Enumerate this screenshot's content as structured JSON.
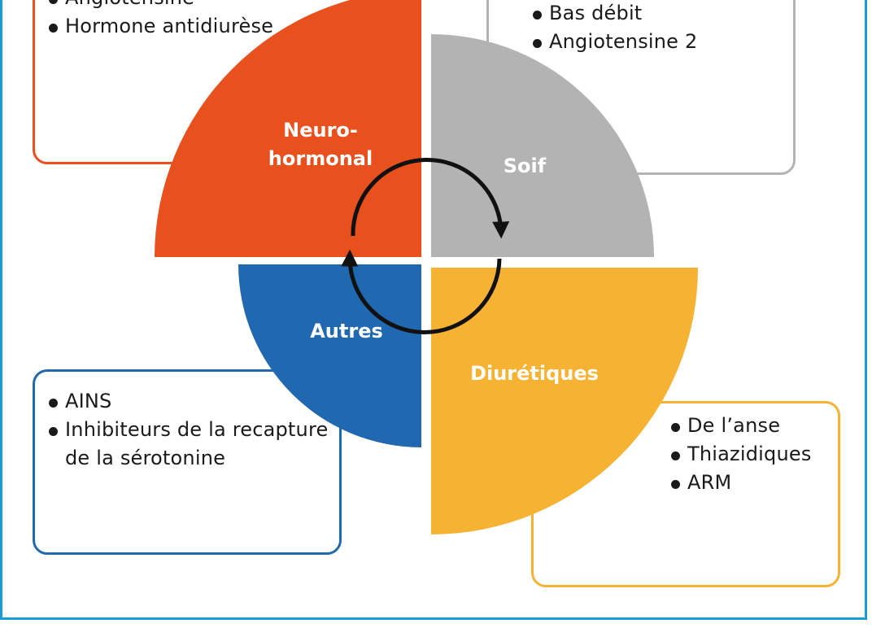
{
  "quadrants": {
    "neuro": {
      "label_line1": "Neuro-",
      "label_line2": "hormonal",
      "color": "#e8501e"
    },
    "soif": {
      "label": "Soif",
      "color": "#b3b3b3"
    },
    "autres": {
      "label": "Autres",
      "color": "#2068b0"
    },
    "diuretiques": {
      "label": "Diurétiques",
      "color": "#f6b233"
    }
  },
  "boxes": {
    "neuro": {
      "items": [
        "Angiotensine",
        "Hormone antidiurèse"
      ]
    },
    "soif": {
      "items": [
        "Bas débit",
        "Angiotensine 2"
      ]
    },
    "autres": {
      "items": [
        "AINS",
        "Inhibiteurs de la recapture de la sérotonine"
      ]
    },
    "diuretiques": {
      "items": [
        "De l’anse",
        "Thiazidiques",
        "ARM"
      ]
    }
  },
  "frame_color": "#1a9ad6",
  "cycle_arrows_color": "#111111"
}
